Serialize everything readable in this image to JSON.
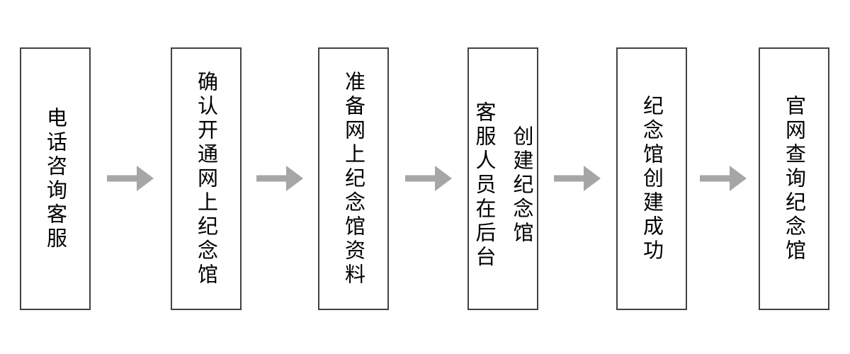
{
  "diagram": {
    "type": "flowchart",
    "direction": "left-to-right",
    "background_color": "#ffffff",
    "box_border_color": "#424242",
    "text_color": "#000000",
    "arrow_color": "#a6a6a6",
    "steps": [
      {
        "lines": [
          "电话咨询客服"
        ]
      },
      {
        "lines": [
          "确认开通网上纪念馆"
        ]
      },
      {
        "lines": [
          "准备网上纪念馆资料"
        ]
      },
      {
        "lines": [
          "客服人员在后台",
          "创建纪念馆"
        ]
      },
      {
        "lines": [
          "纪念馆创建成功"
        ]
      },
      {
        "lines": [
          "官网查询纪念馆"
        ]
      }
    ]
  }
}
